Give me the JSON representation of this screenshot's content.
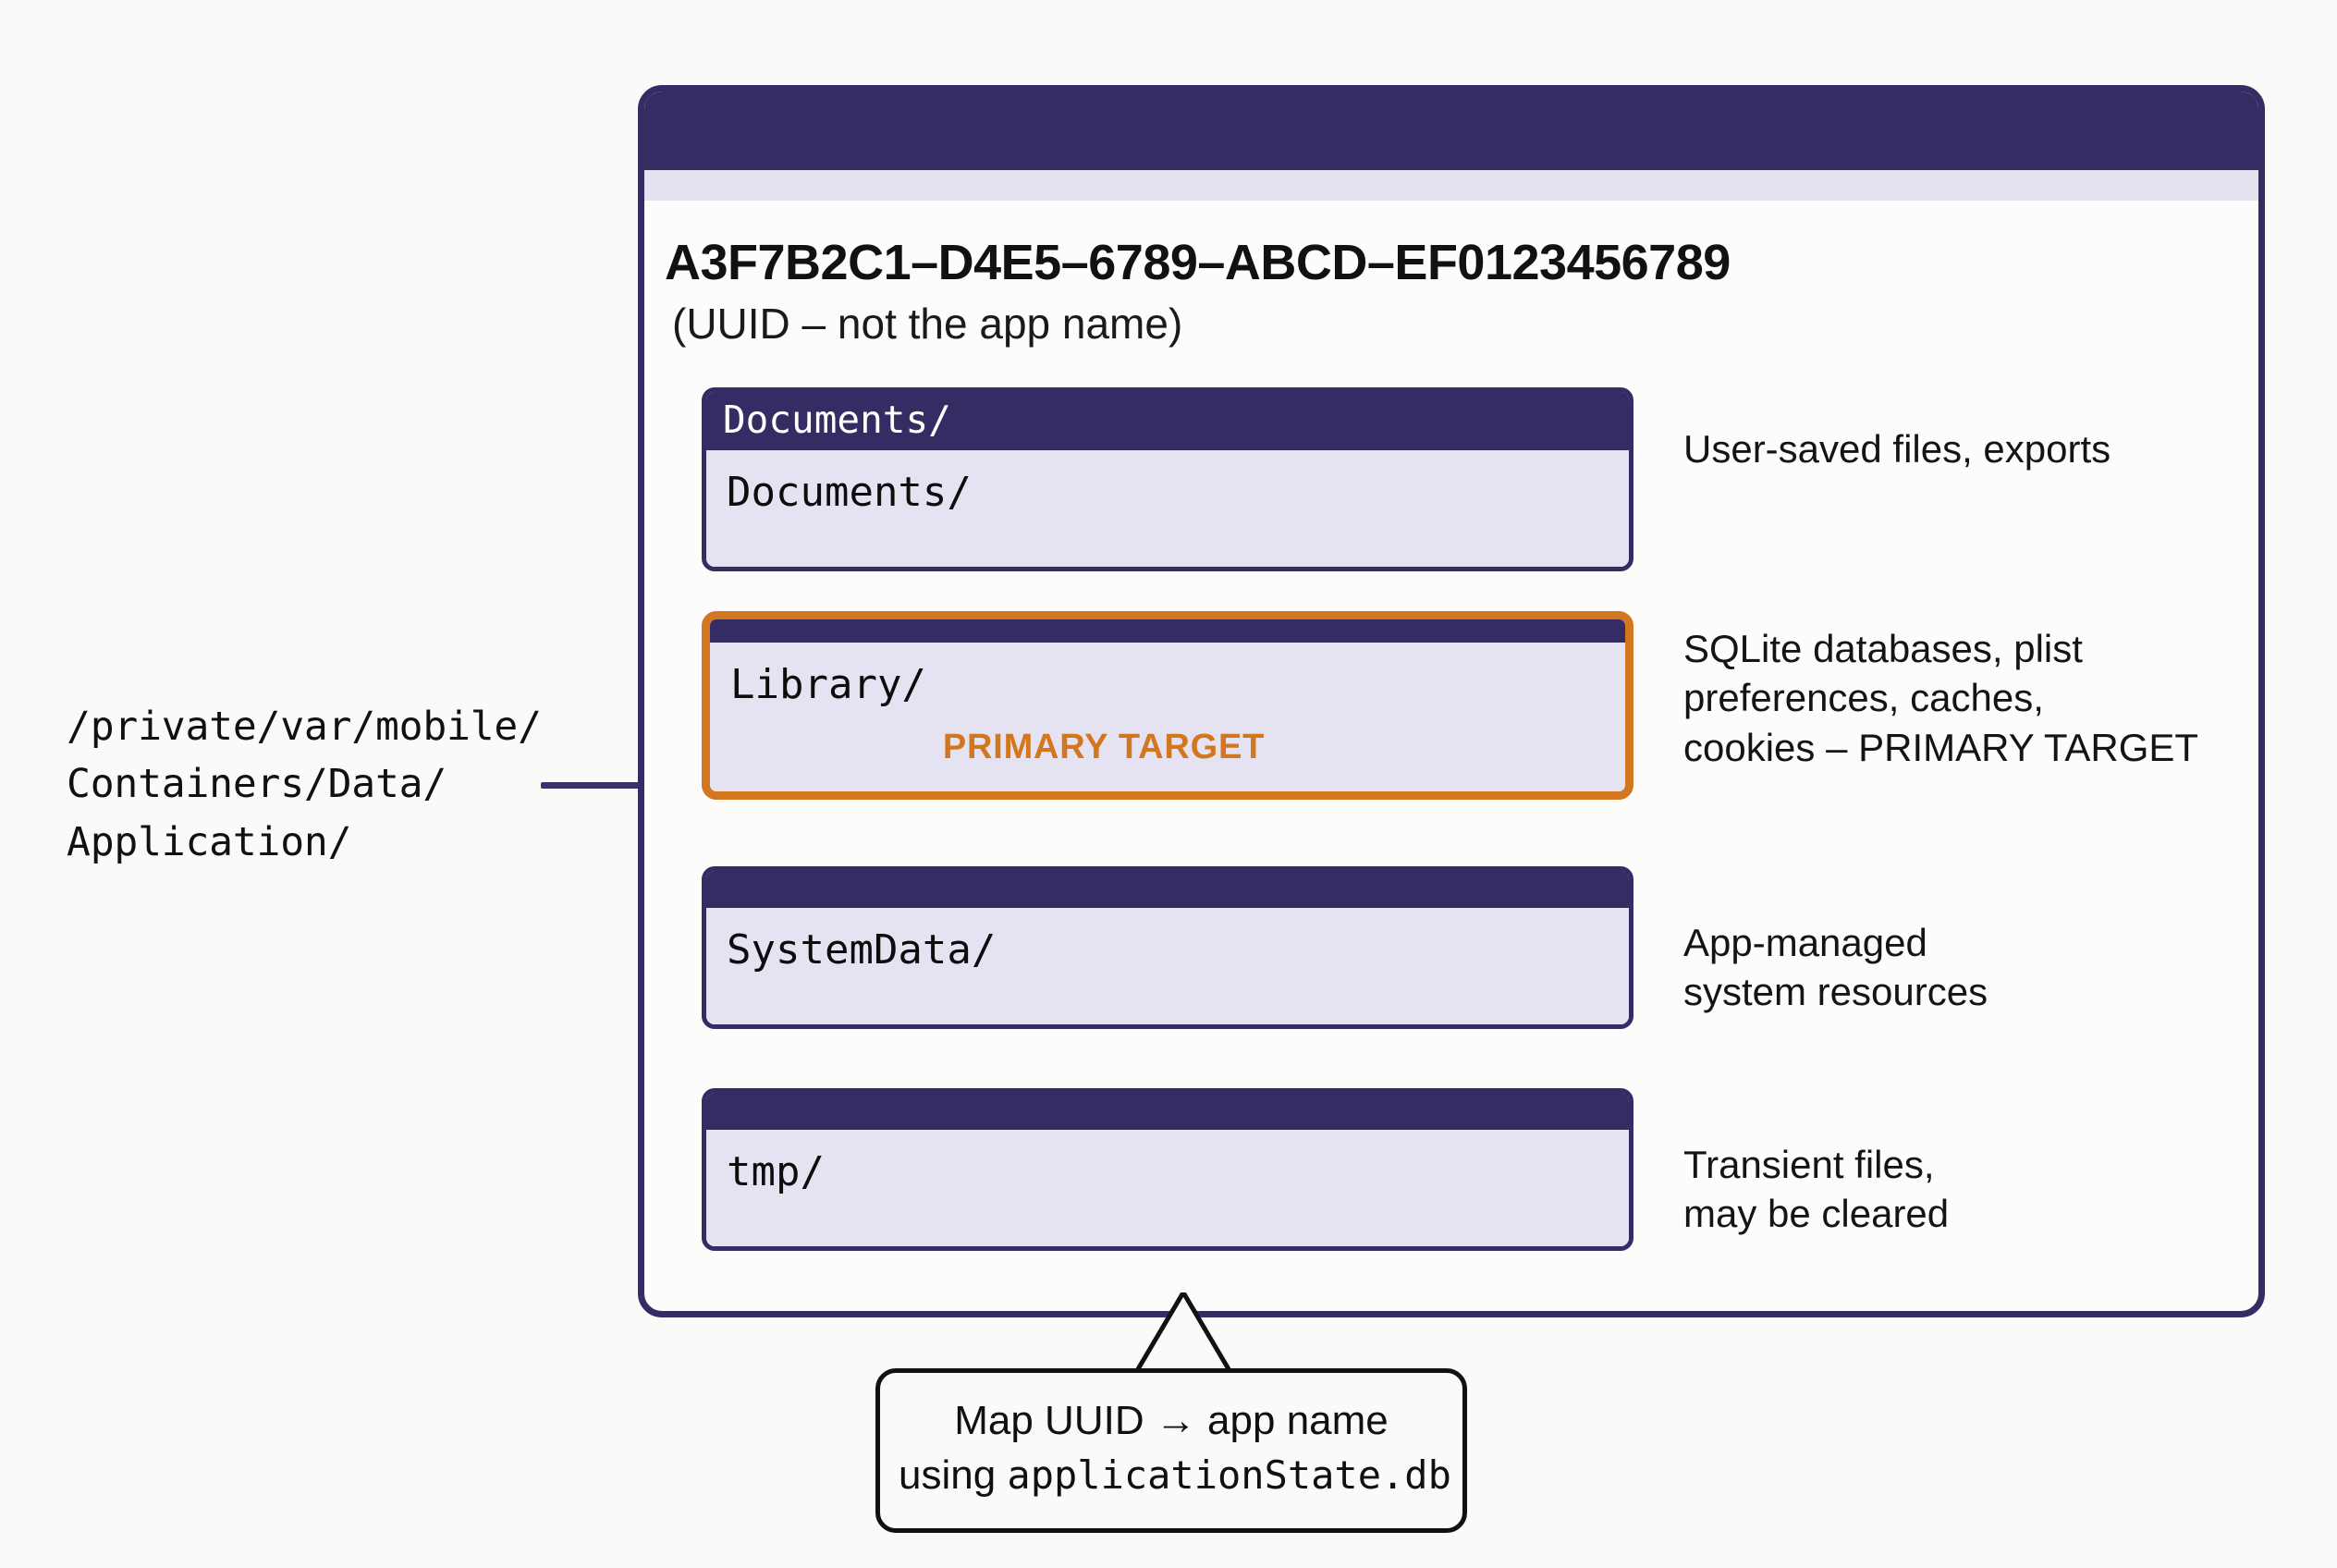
{
  "path_label": "/private/var/mobile/\nContainers/Data/\nApplication/",
  "card": {
    "uuid_title": "A3F7B2C1–D4E5–6789–ABCD–EF0123456789",
    "uuid_subtitle": "(UUID – not the app name)",
    "rows": [
      {
        "header": "Documents/",
        "name": "Documents/",
        "badge": "",
        "description": "User-saved files, exports"
      },
      {
        "header": "",
        "name": "Library/",
        "badge": "PRIMARY TARGET",
        "description": "SQLite databases, plist\npreferences, caches,\ncookies – PRIMARY TARGET"
      },
      {
        "header": "",
        "name": "SystemData/",
        "badge": "",
        "description": "App-managed\nsystem resources"
      },
      {
        "header": "",
        "name": "tmp/",
        "badge": "",
        "description": "Transient files,\nmay be cleared"
      }
    ]
  },
  "callout": {
    "line1": "Map UUID → app name",
    "line2_prefix": "using ",
    "line2_mono": "applicationState.db"
  },
  "colors": {
    "deep_purple": "#342C63",
    "lavender": "#E4E2F1",
    "accent_orange": "#D2771F",
    "page_background": "#FBFAF8",
    "text": "#111111"
  }
}
